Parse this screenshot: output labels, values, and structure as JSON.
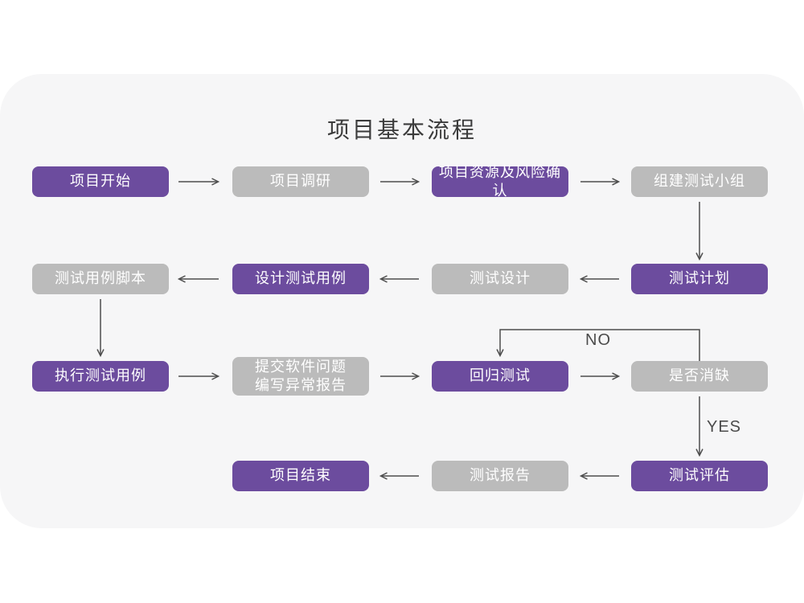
{
  "title": "项目基本流程",
  "colors": {
    "node_primary": "#6c4c9e",
    "node_secondary": "#bbbbbb",
    "card_background": "#f6f6f7",
    "arrow": "#4d4d4d",
    "node_text": "#ffffff",
    "title_text": "#3b3b3b"
  },
  "nodes": [
    {
      "label": "项目开始",
      "variant": "purple"
    },
    {
      "label": "项目调研",
      "variant": "gray"
    },
    {
      "label": "项目资源及风险确认",
      "variant": "purple"
    },
    {
      "label": "组建测试小组",
      "variant": "gray"
    },
    {
      "label": "测试计划",
      "variant": "purple"
    },
    {
      "label": "测试设计",
      "variant": "gray"
    },
    {
      "label": "设计测试用例",
      "variant": "purple"
    },
    {
      "label": "测试用例脚本",
      "variant": "gray"
    },
    {
      "label": "执行测试用例",
      "variant": "purple"
    },
    {
      "label": "提交软件问题\n编写异常报告",
      "variant": "gray"
    },
    {
      "label": "回归测试",
      "variant": "purple"
    },
    {
      "label": "是否消缺",
      "variant": "gray"
    },
    {
      "label": "测试评估",
      "variant": "purple"
    },
    {
      "label": "测试报告",
      "variant": "gray"
    },
    {
      "label": "项目结束",
      "variant": "purple"
    }
  ],
  "edge_labels": {
    "no": "NO",
    "yes": "YES"
  }
}
